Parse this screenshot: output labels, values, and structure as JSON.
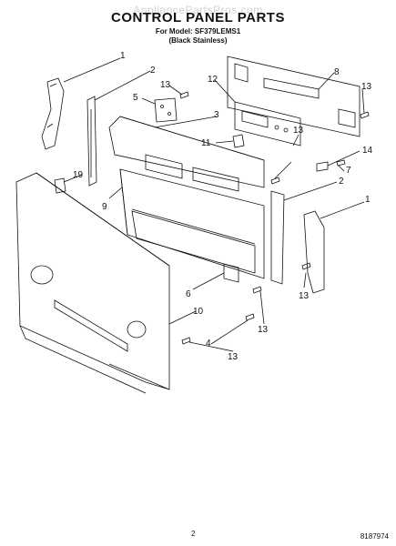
{
  "watermark": "AppliancePartsPros.com",
  "header": {
    "title": "CONTROL PANEL PARTS",
    "model_line": "For Model: SF379LEMS1",
    "color_line": "(Black Stainless)"
  },
  "callouts": {
    "c1a": "1",
    "c2a": "2",
    "c5": "5",
    "c13a": "13",
    "c12": "12",
    "c3": "3",
    "c8": "8",
    "c13b": "13",
    "c11": "11",
    "c13c": "13",
    "c14": "14",
    "c7": "7",
    "c19": "19",
    "c9": "9",
    "c2b": "2",
    "c1b": "1",
    "c6": "6",
    "c13d": "13",
    "c10": "10",
    "c13e": "13",
    "c4": "4",
    "c13f": "13"
  },
  "footer": {
    "page": "2",
    "doc": "8187974"
  }
}
